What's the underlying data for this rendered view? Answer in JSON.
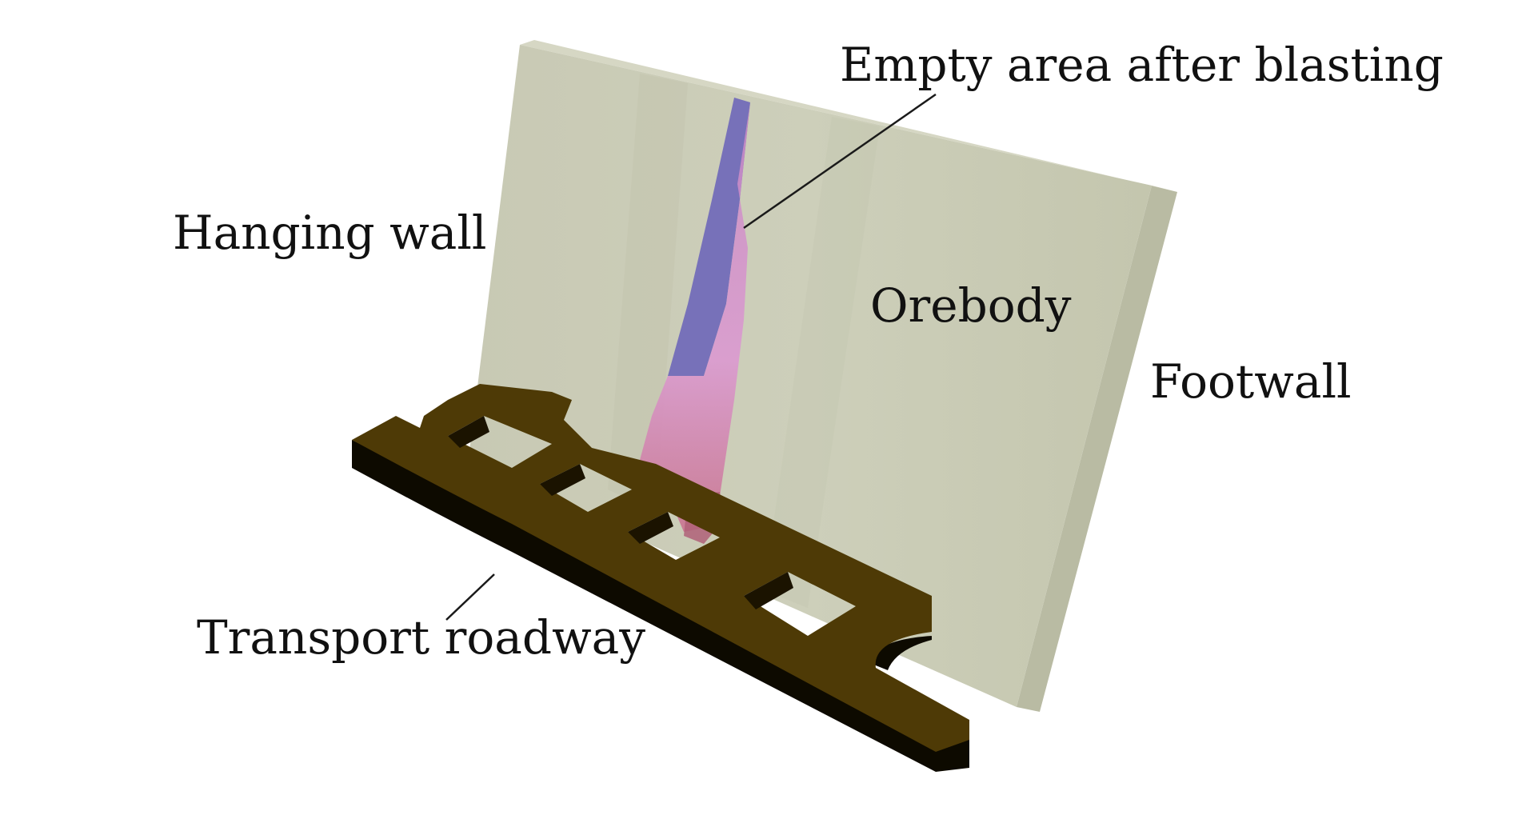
{
  "labels": {
    "empty_area": "Empty area after blasting",
    "hanging_wall": "Hanging wall",
    "orebody": "Orebody",
    "footwall": "Footwall",
    "transport_roadway": "Transport roadway"
  },
  "colors": {
    "background": "#ffffff",
    "orebody_face": "#c9cab6",
    "orebody_edge": "#b7b99f",
    "empty_area_pink": "#d98bc8",
    "empty_area_blue": "#6f66b8",
    "roadway_top": "#4e3a06",
    "roadway_side": "#0c0900",
    "leader_line": "#1a1a1a"
  },
  "components": [
    "orebody-slab",
    "empty-area-volume",
    "transport-roadway"
  ]
}
